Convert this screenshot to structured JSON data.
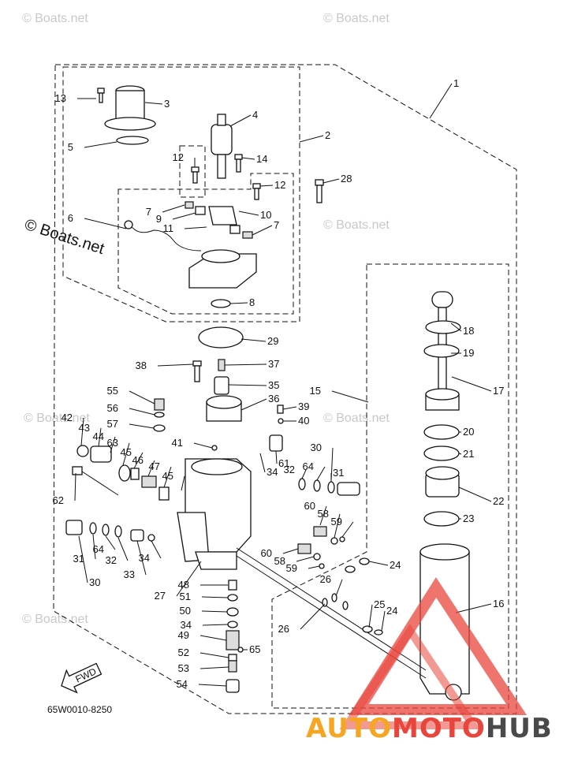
{
  "diagram": {
    "part_code": "65W0010-8250",
    "fwd_label": "FWD",
    "copyright_big": "© Boats.net",
    "watermark_text": "© Boats.net",
    "brand": {
      "part1": "AUTO",
      "part2": "MOTO",
      "part3": "HUB",
      "colors": {
        "auto": "#f5a623",
        "moto": "#e8453c",
        "hub": "#4a4a4a",
        "triangle": "#e8453c"
      }
    },
    "callouts": [
      "1",
      "2",
      "3",
      "4",
      "5",
      "6",
      "7",
      "7",
      "8",
      "9",
      "10",
      "11",
      "12",
      "12",
      "13",
      "14",
      "15",
      "16",
      "17",
      "18",
      "19",
      "20",
      "21",
      "22",
      "23",
      "24",
      "24",
      "25",
      "26",
      "26",
      "27",
      "28",
      "29",
      "30",
      "30",
      "31",
      "31",
      "32",
      "32",
      "33",
      "34",
      "34",
      "34",
      "35",
      "36",
      "37",
      "38",
      "39",
      "40",
      "41",
      "42",
      "43",
      "44",
      "45",
      "45",
      "46",
      "47",
      "48",
      "49",
      "50",
      "51",
      "52",
      "53",
      "54",
      "55",
      "56",
      "57",
      "58",
      "58",
      "59",
      "59",
      "60",
      "60",
      "61",
      "62",
      "63",
      "64",
      "64",
      "65"
    ]
  }
}
